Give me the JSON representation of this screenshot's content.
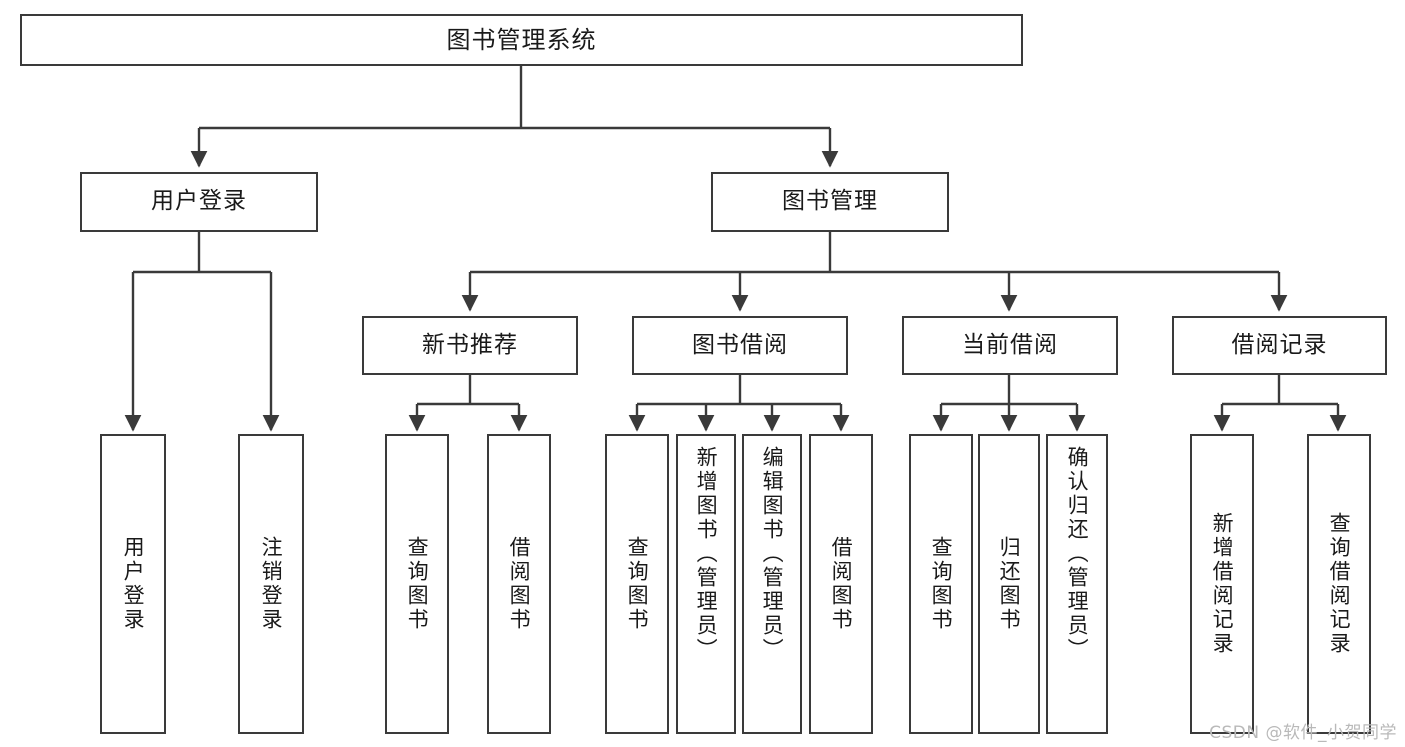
{
  "diagram": {
    "type": "tree-hierarchy",
    "title": "图书管理系统",
    "orientation": "top-down",
    "line_color": "#3a3a3a",
    "box_fill": "#ffffff",
    "text_color": "#1a1a1a"
  },
  "nodes": {
    "root": {
      "label": "图书管理系统",
      "level": 1
    },
    "l2": [
      {
        "id": "user-login",
        "label": "用户登录",
        "level": 2
      },
      {
        "id": "book-management",
        "label": "图书管理",
        "level": 2
      }
    ],
    "l3": [
      {
        "id": "new-book-recommend",
        "label": "新书推荐",
        "level": 3
      },
      {
        "id": "book-borrow",
        "label": "图书借阅",
        "level": 3
      },
      {
        "id": "current-borrow",
        "label": "当前借阅",
        "level": 3
      },
      {
        "id": "borrow-record",
        "label": "借阅记录",
        "level": 3
      }
    ],
    "leaves": [
      {
        "id": "leaf-user-login",
        "label": "用户登录",
        "parent": "user-login"
      },
      {
        "id": "leaf-logout-login",
        "label": "注销登录",
        "parent": "user-login"
      },
      {
        "id": "leaf-query-book-1",
        "label": "查询图书",
        "parent": "new-book-recommend"
      },
      {
        "id": "leaf-borrow-book-1",
        "label": "借阅图书",
        "parent": "new-book-recommend"
      },
      {
        "id": "leaf-query-book-2",
        "label": "查询图书",
        "parent": "book-borrow"
      },
      {
        "id": "leaf-add-book",
        "label": "新增图书（管理员）",
        "parent": "book-borrow"
      },
      {
        "id": "leaf-edit-book",
        "label": "编辑图书（管理员）",
        "parent": "book-borrow"
      },
      {
        "id": "leaf-borrow-book-2",
        "label": "借阅图书",
        "parent": "book-borrow"
      },
      {
        "id": "leaf-query-book-3",
        "label": "查询图书",
        "parent": "current-borrow"
      },
      {
        "id": "leaf-return-book",
        "label": "归还图书",
        "parent": "current-borrow"
      },
      {
        "id": "leaf-confirm-return",
        "label": "确认归还（管理员）",
        "parent": "current-borrow"
      },
      {
        "id": "leaf-add-record",
        "label": "新增借阅记录",
        "parent": "borrow-record"
      },
      {
        "id": "leaf-query-record",
        "label": "查询借阅记录",
        "parent": "borrow-record"
      }
    ]
  },
  "watermark": {
    "text": "CSDN @软件_小贺同学"
  }
}
